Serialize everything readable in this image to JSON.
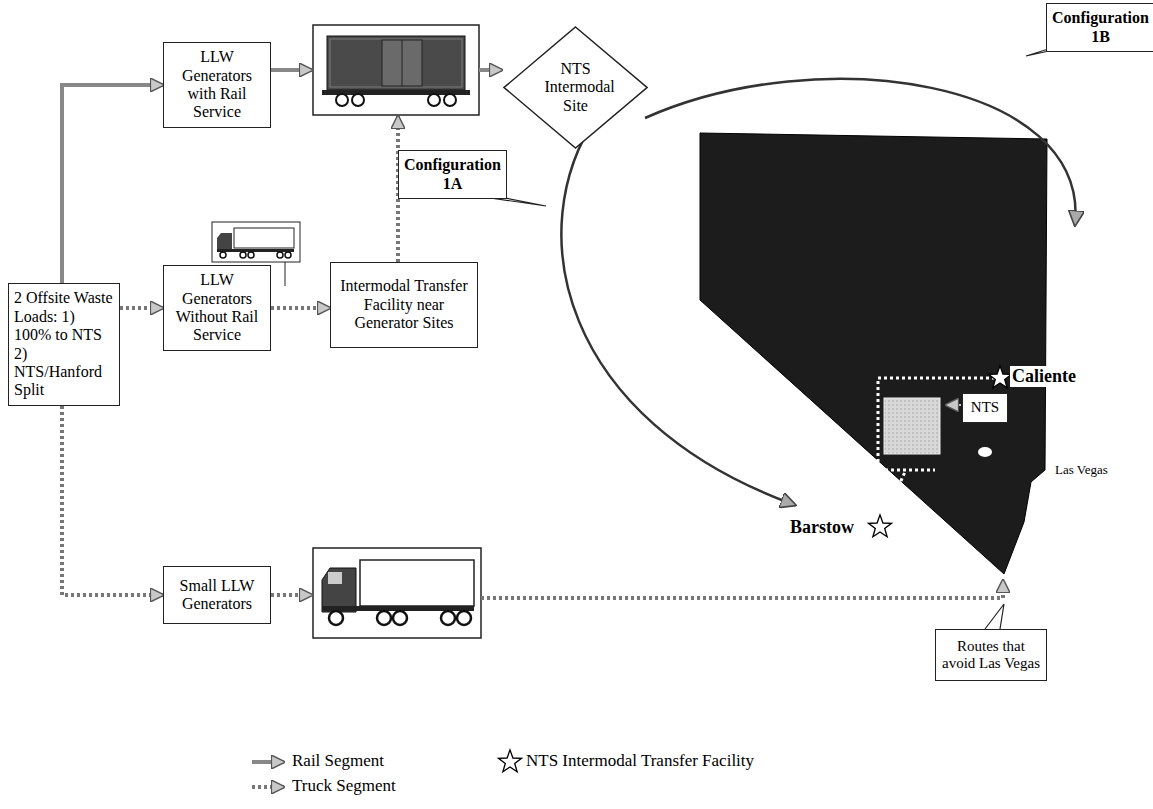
{
  "diagram": {
    "nodes": [
      {
        "text": [
          "2 Offsite Waste Loads: 1) 100% to NTS 2) NTS/Hanford Split"
        ]
      },
      {
        "text": [
          "LLW Generators with Rail Service"
        ]
      },
      {
        "text": [
          "NTS Intermodal Site"
        ]
      },
      {
        "text": [
          "Configuration 1B"
        ]
      },
      {
        "text": [
          "Configuration 1A"
        ]
      },
      {
        "text": [
          "LLW Generators Without Rail Service"
        ]
      },
      {
        "text": [
          "Intermodal Transfer Facility near Generator Sites"
        ]
      },
      {
        "text": [
          "Small LLW Generators"
        ]
      },
      {
        "text": [
          "Routes that avoid Las Vegas"
        ]
      },
      {
        "text": [
          "NTS"
        ]
      }
    ],
    "edges": [
      {
        "from": 0,
        "to": 1,
        "arrow": "to"
      },
      {
        "from": 0,
        "to": 5,
        "arrow": "to"
      },
      {
        "from": 0,
        "to": 7,
        "arrow": "to"
      },
      {
        "from": 5,
        "to": 6,
        "arrow": "to"
      }
    ],
    "labels": [
      "Caliente",
      "Las Vegas",
      "Barstow"
    ],
    "legend": [
      {
        "text": "Rail Segment"
      },
      {
        "text": "Truck Segment"
      },
      {
        "text": "NTS Intermodal Transfer Facility"
      }
    ]
  }
}
